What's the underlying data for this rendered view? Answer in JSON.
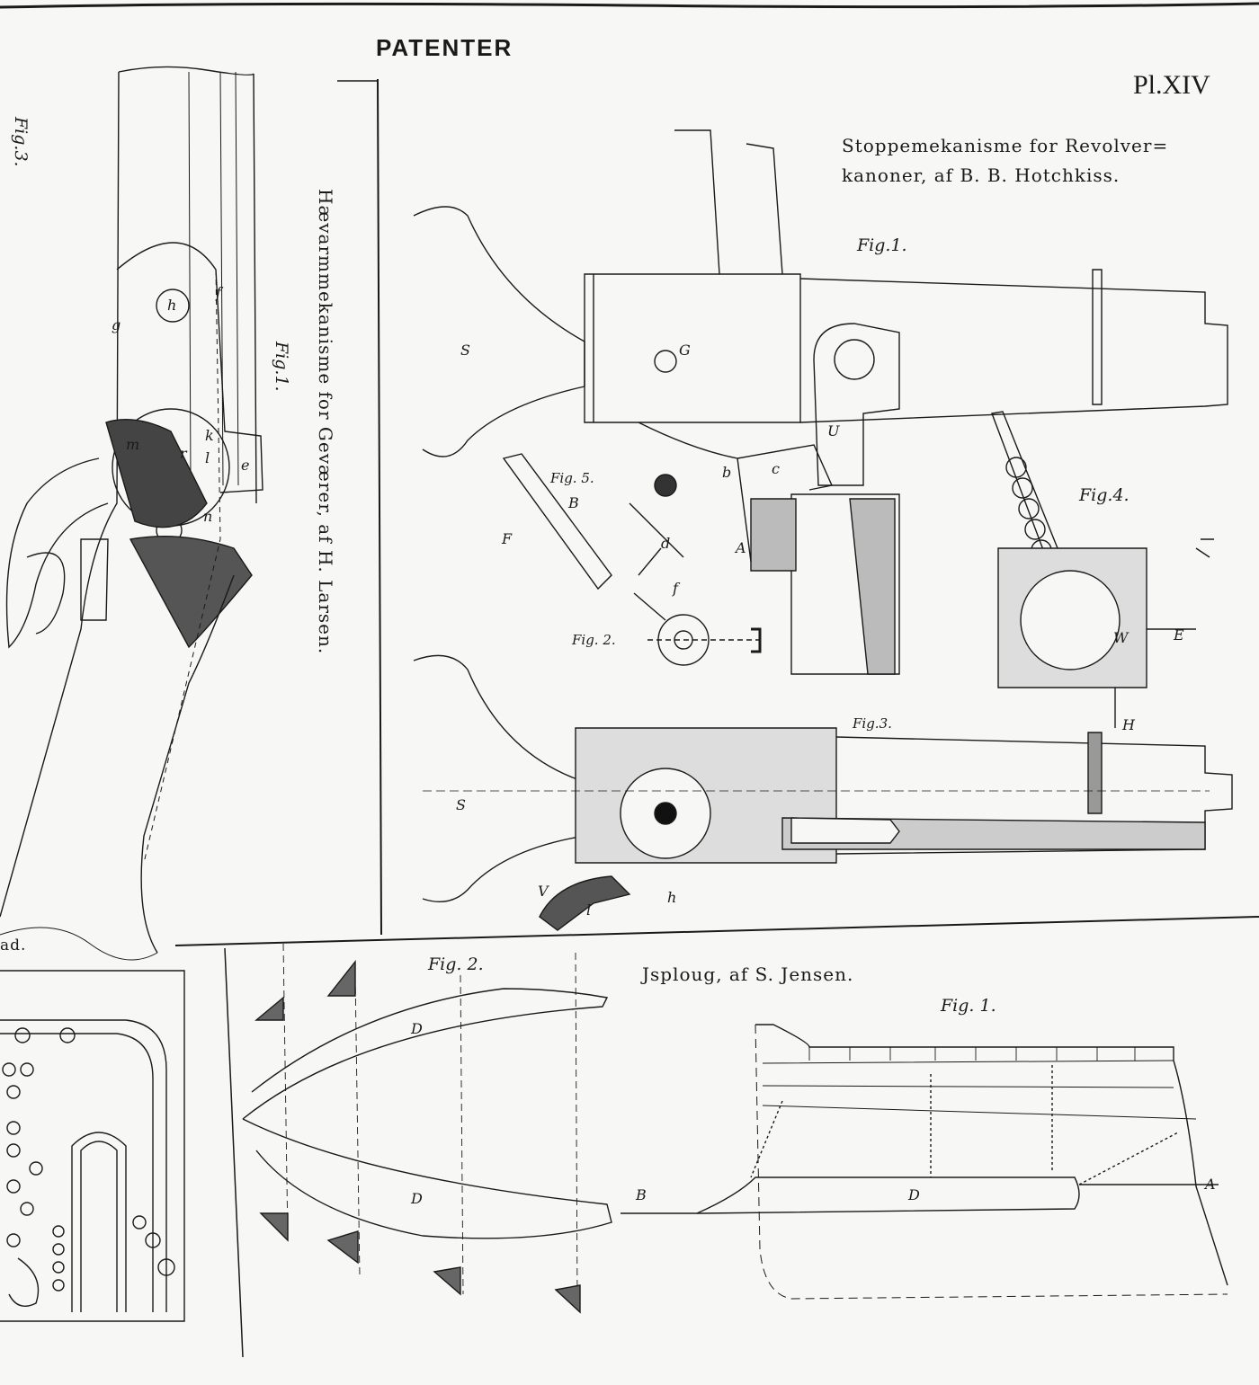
{
  "plate": {
    "header": "PATENTER",
    "plate_number": "Pl.XIV"
  },
  "patents": {
    "hotchkiss": {
      "title_line1": "Stoppemekanisme for Revolver=",
      "title_line2": "kanoner, af B. B. Hotchkiss.",
      "figures": [
        "Fig.1.",
        "Fig. 2.",
        "Fig.3.",
        "Fig.4.",
        "Fig. 5."
      ],
      "letters": [
        "S",
        "G",
        "U",
        "c",
        "b",
        "f",
        "B",
        "d",
        "A",
        "S",
        "V",
        "l",
        "h",
        "H",
        "F",
        "E",
        "W"
      ]
    },
    "larsen": {
      "title": "Hævarmmekanisme for Geværer, af H. Larsen.",
      "figures": [
        "Fig.1."
      ],
      "letters": [
        "h",
        "f",
        "g",
        "e",
        "k",
        "l",
        "m",
        "r",
        "n"
      ]
    },
    "jensen": {
      "title": "Jsploug, af S. Jensen.",
      "figures": [
        "Fig. 2.",
        "Fig. 1."
      ],
      "letters": [
        "D",
        "D",
        "B",
        "D",
        "A"
      ]
    },
    "left_edge": {
      "figures": [
        "Fig.3."
      ],
      "fragment": "ad."
    }
  }
}
